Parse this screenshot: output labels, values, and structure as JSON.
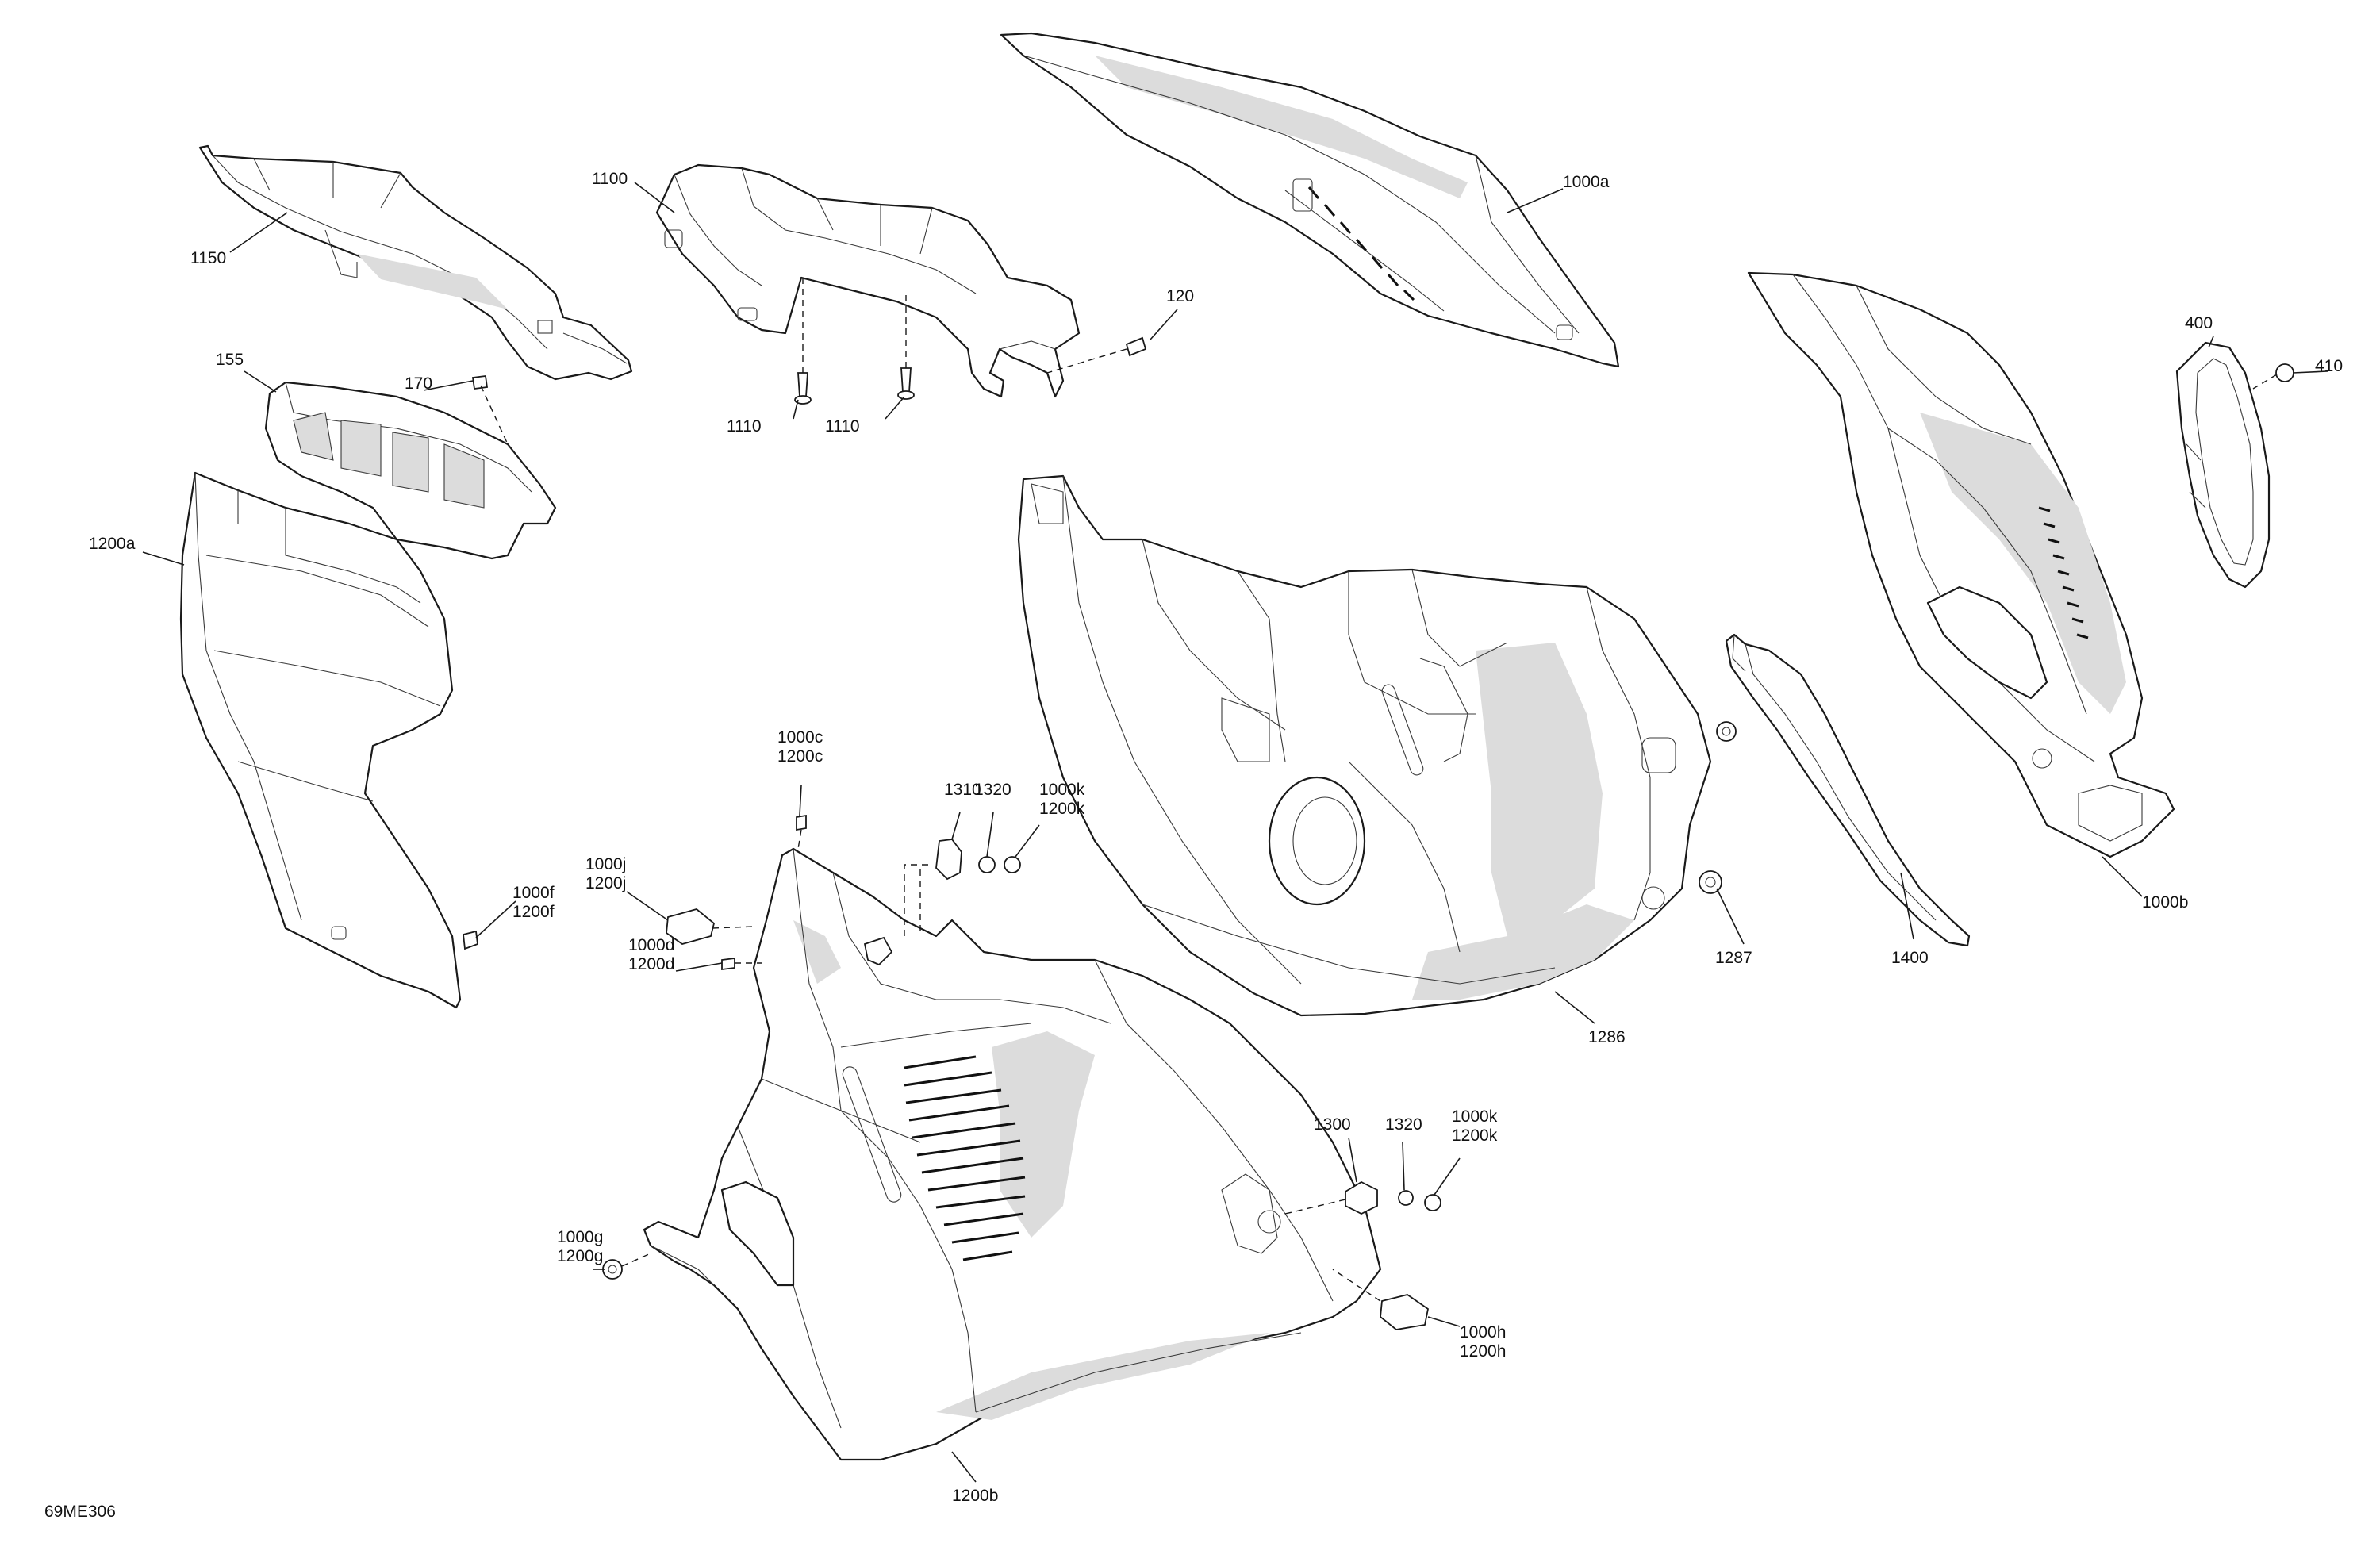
{
  "diagram_id": "69ME306",
  "callouts": [
    {
      "id": "c-1150",
      "lines": [
        "1150"
      ]
    },
    {
      "id": "c-1100",
      "lines": [
        "1100"
      ]
    },
    {
      "id": "c-1000a",
      "lines": [
        "1000a"
      ]
    },
    {
      "id": "c-120",
      "lines": [
        "120"
      ]
    },
    {
      "id": "c-1110-a",
      "lines": [
        "1110"
      ]
    },
    {
      "id": "c-1110-b",
      "lines": [
        "1110"
      ]
    },
    {
      "id": "c-155",
      "lines": [
        "155"
      ]
    },
    {
      "id": "c-170",
      "lines": [
        "170"
      ]
    },
    {
      "id": "c-1200a",
      "lines": [
        "1200a"
      ]
    },
    {
      "id": "c-400",
      "lines": [
        "400"
      ]
    },
    {
      "id": "c-410",
      "lines": [
        "410"
      ]
    },
    {
      "id": "c-1000c",
      "lines": [
        "1000c",
        "1200c"
      ]
    },
    {
      "id": "c-1310",
      "lines": [
        "1310"
      ]
    },
    {
      "id": "c-1320-a",
      "lines": [
        "1320"
      ]
    },
    {
      "id": "c-1000k-a",
      "lines": [
        "1000k",
        "1200k"
      ]
    },
    {
      "id": "c-1000j",
      "lines": [
        "1000j",
        "1200j"
      ]
    },
    {
      "id": "c-1000f",
      "lines": [
        "1000f",
        "1200f"
      ]
    },
    {
      "id": "c-1000d",
      "lines": [
        "1000d",
        "1200d"
      ]
    },
    {
      "id": "c-1287",
      "lines": [
        "1287"
      ]
    },
    {
      "id": "c-1400",
      "lines": [
        "1400"
      ]
    },
    {
      "id": "c-1000b",
      "lines": [
        "1000b"
      ]
    },
    {
      "id": "c-1286",
      "lines": [
        "1286"
      ]
    },
    {
      "id": "c-1300",
      "lines": [
        "1300"
      ]
    },
    {
      "id": "c-1320-b",
      "lines": [
        "1320"
      ]
    },
    {
      "id": "c-1000k-b",
      "lines": [
        "1000k",
        "1200k"
      ]
    },
    {
      "id": "c-1000g",
      "lines": [
        "1000g",
        "1200g"
      ]
    },
    {
      "id": "c-1000h",
      "lines": [
        "1000h",
        "1200h"
      ]
    },
    {
      "id": "c-1200b",
      "lines": [
        "1200b"
      ]
    }
  ]
}
